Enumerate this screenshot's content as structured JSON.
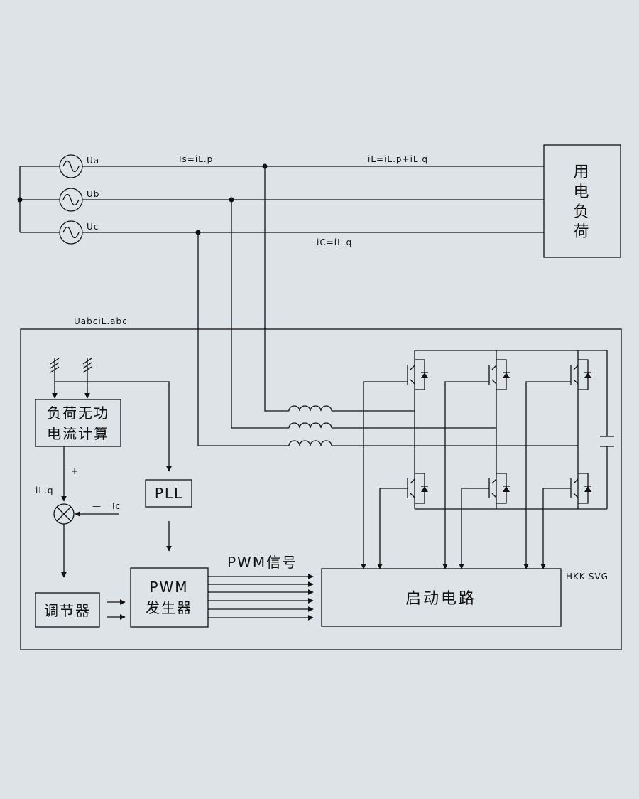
{
  "sources": [
    "Ua",
    "Ub",
    "Uc"
  ],
  "bus_labels": {
    "is": "Is=iL.p",
    "il": "iL=iL.p+iL.q",
    "ic": "iC=iL.q"
  },
  "load": [
    "用",
    "电",
    "负",
    "荷"
  ],
  "svg_frame_label": "UabciL.abc",
  "blocks": {
    "reactive_calc_line1": "负荷无功",
    "reactive_calc_line2": "电流计算",
    "pll": "PLL",
    "regulator": "调节器",
    "pwm_line1": "PWM",
    "pwm_line2": "发生器",
    "drive": "启动电路"
  },
  "signals": {
    "plus": "+",
    "ilq": "iL.q",
    "minus": "—",
    "ic": "Ic",
    "pwm_signal": "PWM信号"
  },
  "model": "HKK-SVG"
}
